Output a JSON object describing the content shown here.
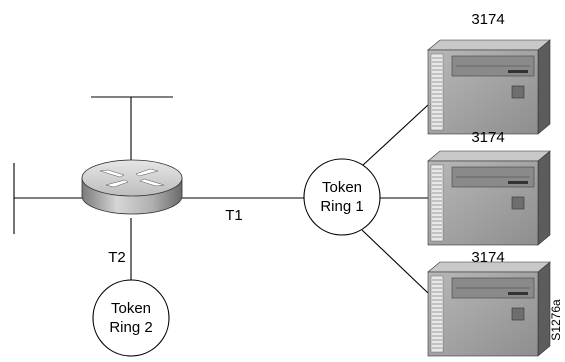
{
  "diagram": {
    "links": {
      "t1": "T1",
      "t2": "T2"
    },
    "rings": [
      {
        "line1": "Token",
        "line2": "Ring 1"
      },
      {
        "line1": "Token",
        "line2": "Ring 2"
      }
    ],
    "controllers": [
      {
        "label": "3174"
      },
      {
        "label": "3174"
      },
      {
        "label": "3174"
      }
    ],
    "figure_code": "S1276a",
    "colors": {
      "line": "#000000",
      "router_top": "#d8d8d8",
      "router_side": "#9a9a9a",
      "server_front": "#a6a6a6",
      "server_side": "#5e5e5e",
      "server_top": "#c4c4c4"
    }
  }
}
